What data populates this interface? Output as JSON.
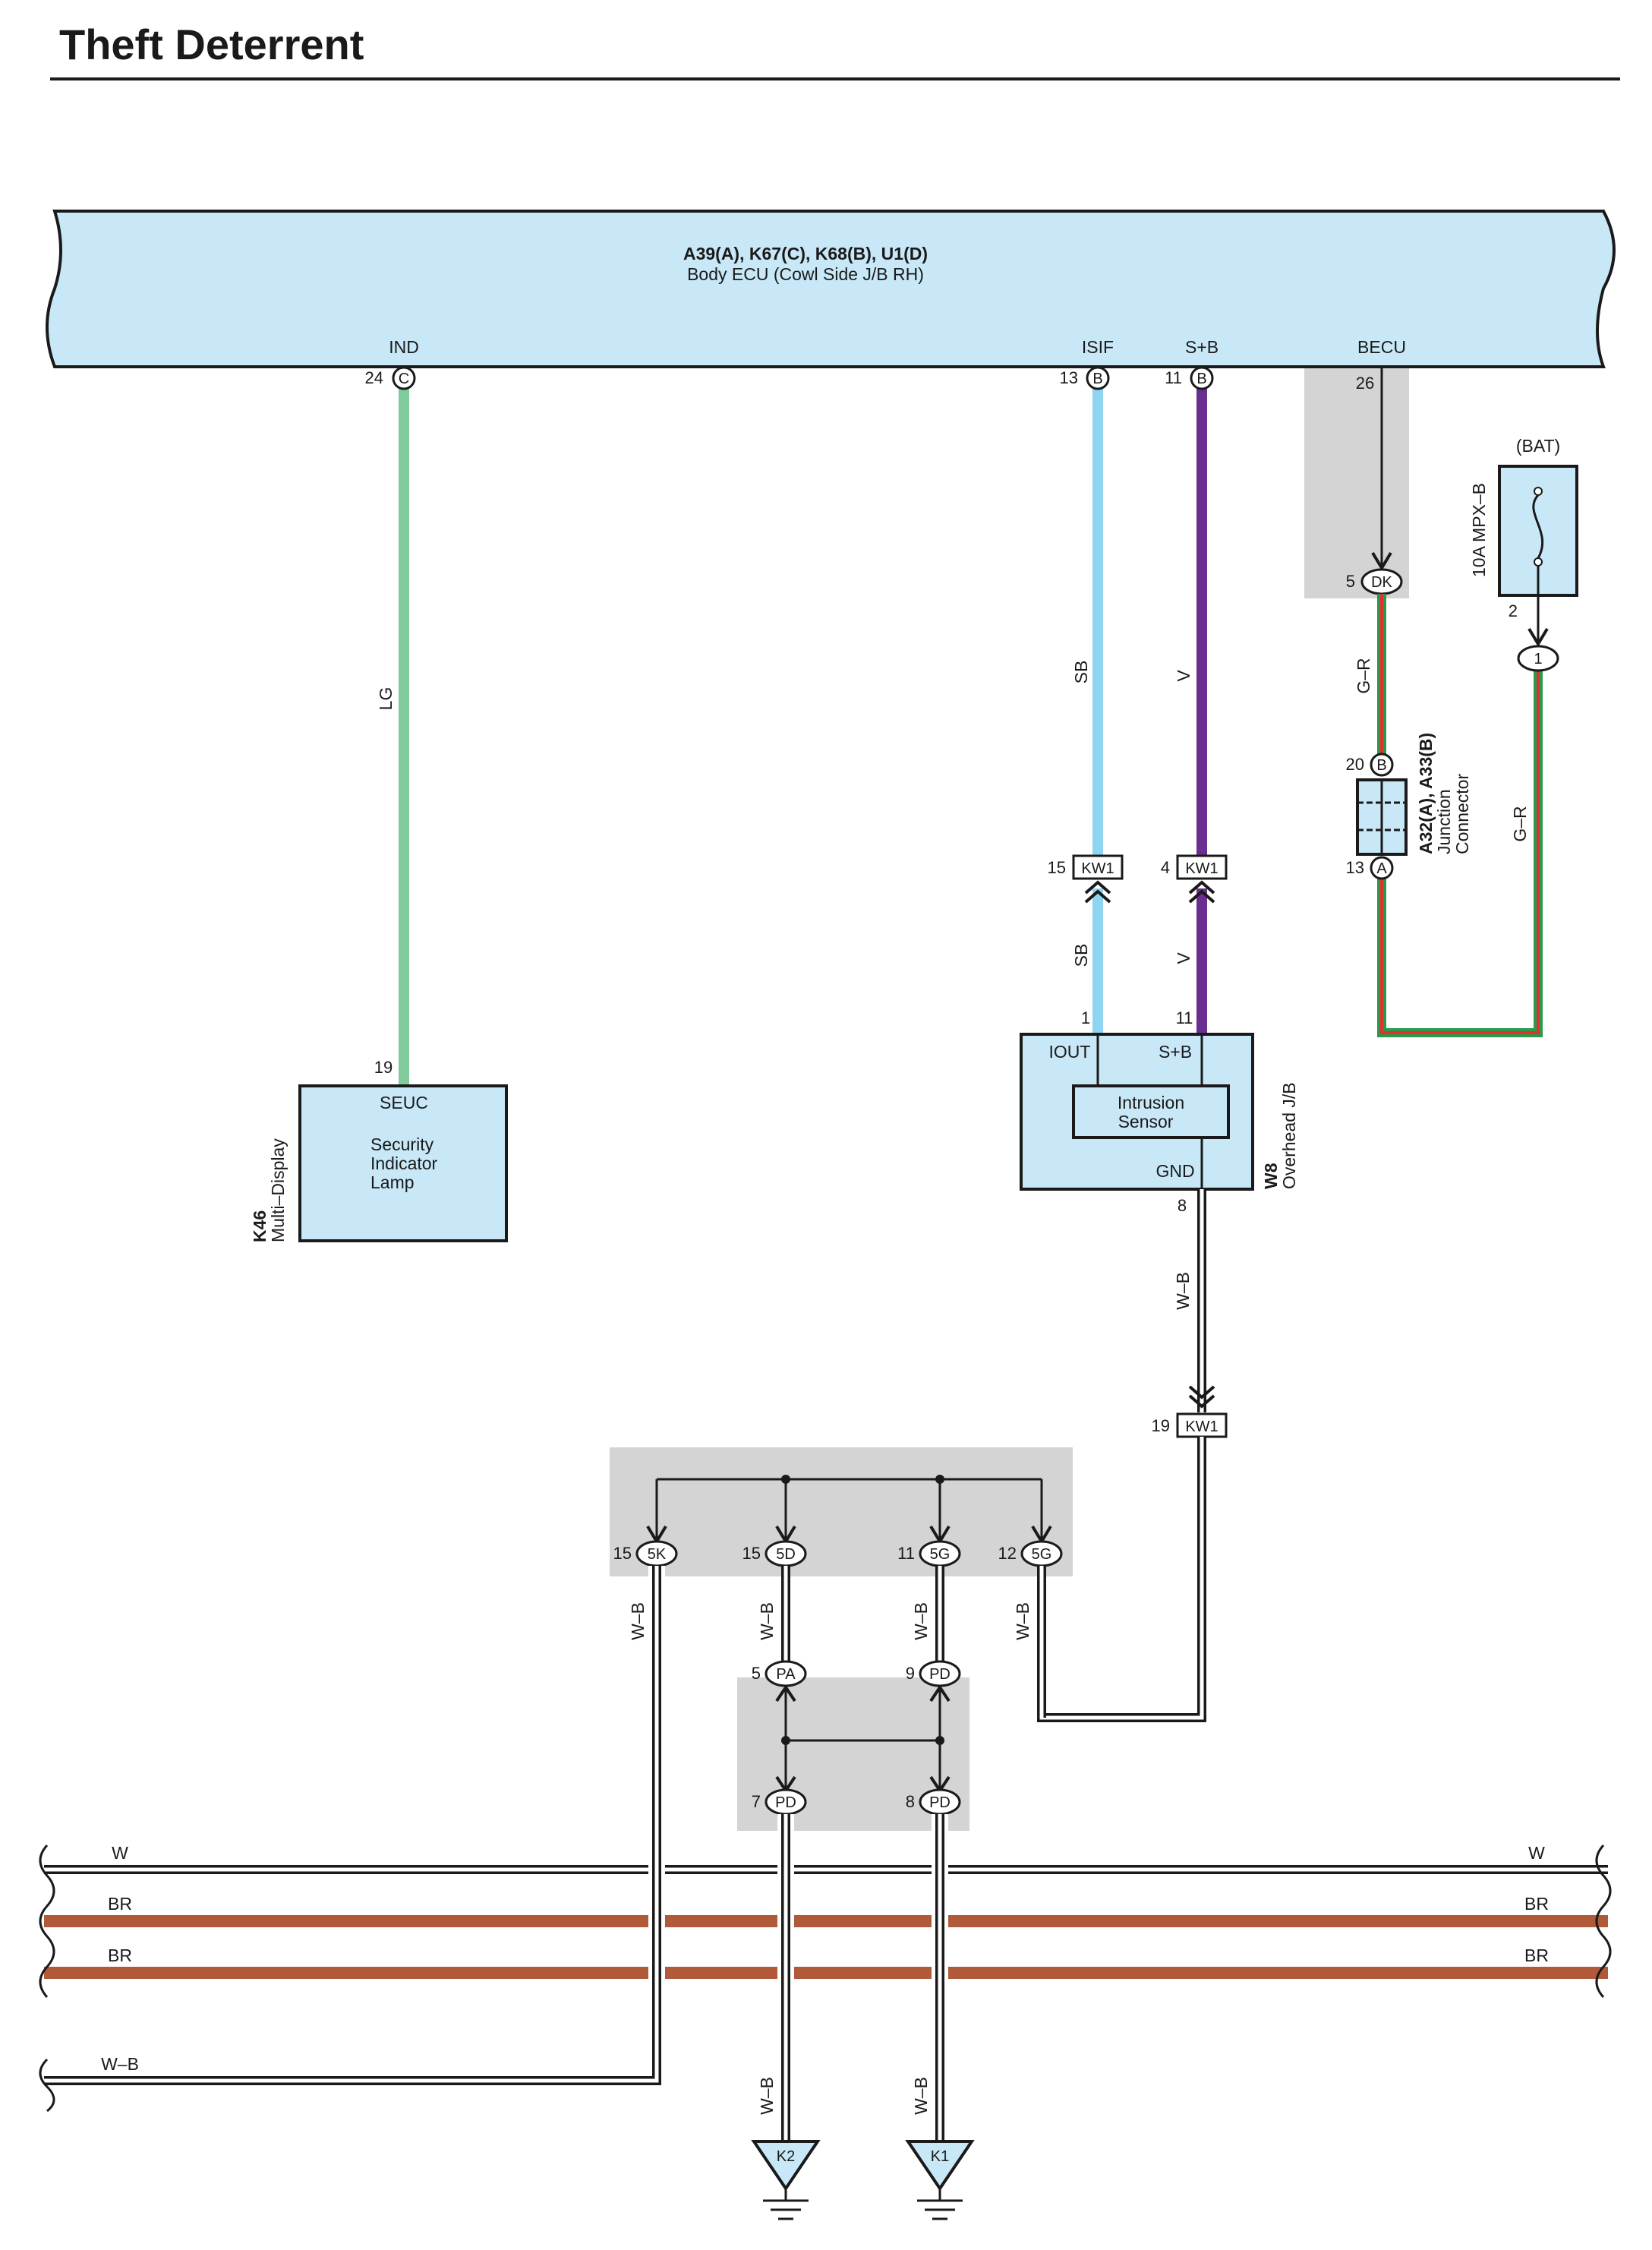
{
  "title": "Theft Deterrent",
  "ecu": {
    "connectors": "A39(A), K67(C), K68(B), U1(D)",
    "name": "Body ECU (Cowl Side J/B RH)",
    "terminals": {
      "ind": {
        "label": "IND",
        "pin": "24",
        "conn": "C"
      },
      "isif": {
        "label": "ISIF",
        "pin": "13",
        "conn": "B"
      },
      "sb": {
        "label": "S+B",
        "pin": "11",
        "conn": "B"
      },
      "becu": {
        "label": "BECU",
        "pin": "26"
      }
    }
  },
  "wires": {
    "lg": "LG",
    "sb1": "SB",
    "sb2": "SB",
    "v1": "V",
    "v2": "V",
    "gr1": "G–R",
    "gr2": "G–R",
    "wb_main": "W–B",
    "wb_5k": "W–B",
    "wb_5d": "W–B",
    "wb_5g11": "W–B",
    "wb_5g12": "W–B",
    "wb_k2": "W–B",
    "wb_k1": "W–B",
    "w_left": "W",
    "w_right": "W",
    "br1_left": "BR",
    "br1_right": "BR",
    "br2_left": "BR",
    "br2_right": "BR",
    "wb_left": "W–B"
  },
  "k46": {
    "code": "K46",
    "name": "Multi–Display",
    "pin": "19",
    "terminal": "SEUC",
    "inner": [
      "Security",
      "Indicator",
      "Lamp"
    ]
  },
  "w8": {
    "code": "W8",
    "name": "Overhead J/B",
    "pin_iout": "1",
    "pin_sb": "11",
    "pin_gnd": "8",
    "iout": "IOUT",
    "sb": "S+B",
    "gnd": "GND",
    "sensor": [
      "Intrusion",
      "Sensor"
    ]
  },
  "kw1": {
    "label": "KW1",
    "pin_sb": "15",
    "pin_v": "4",
    "pin_gnd": "19"
  },
  "dk": {
    "pin": "5",
    "label": "DK"
  },
  "bat": {
    "label": "(BAT)",
    "fuse": "10A MPX–B",
    "pin": "2",
    "conn": "1"
  },
  "jc": {
    "codes": "A32(A), A33(B)",
    "name1": "Junction",
    "name2": "Connector",
    "top_pin": "20",
    "top_conn": "B",
    "bot_pin": "13",
    "bot_conn": "A"
  },
  "splices": [
    {
      "pin": "15",
      "label": "5K"
    },
    {
      "pin": "15",
      "label": "5D"
    },
    {
      "pin": "11",
      "label": "5G"
    },
    {
      "pin": "12",
      "label": "5G"
    }
  ],
  "pa": {
    "pin": "5",
    "label": "PA"
  },
  "pd_top": {
    "pin": "9",
    "label": "PD"
  },
  "pd_bl": {
    "pin": "7",
    "label": "PD"
  },
  "pd_br": {
    "pin": "8",
    "label": "PD"
  },
  "grounds": [
    {
      "label": "K2"
    },
    {
      "label": "K1"
    }
  ],
  "colors": {
    "ecu_fill": "#c8e8f8",
    "lg": "#7fcc9a",
    "sb": "#8fd4f0",
    "v": "#6a2e90",
    "br": "#b05a3a",
    "gr_green": "#2a9a4a",
    "gr_red": "#e03030",
    "shade": "#d4d4d4"
  }
}
